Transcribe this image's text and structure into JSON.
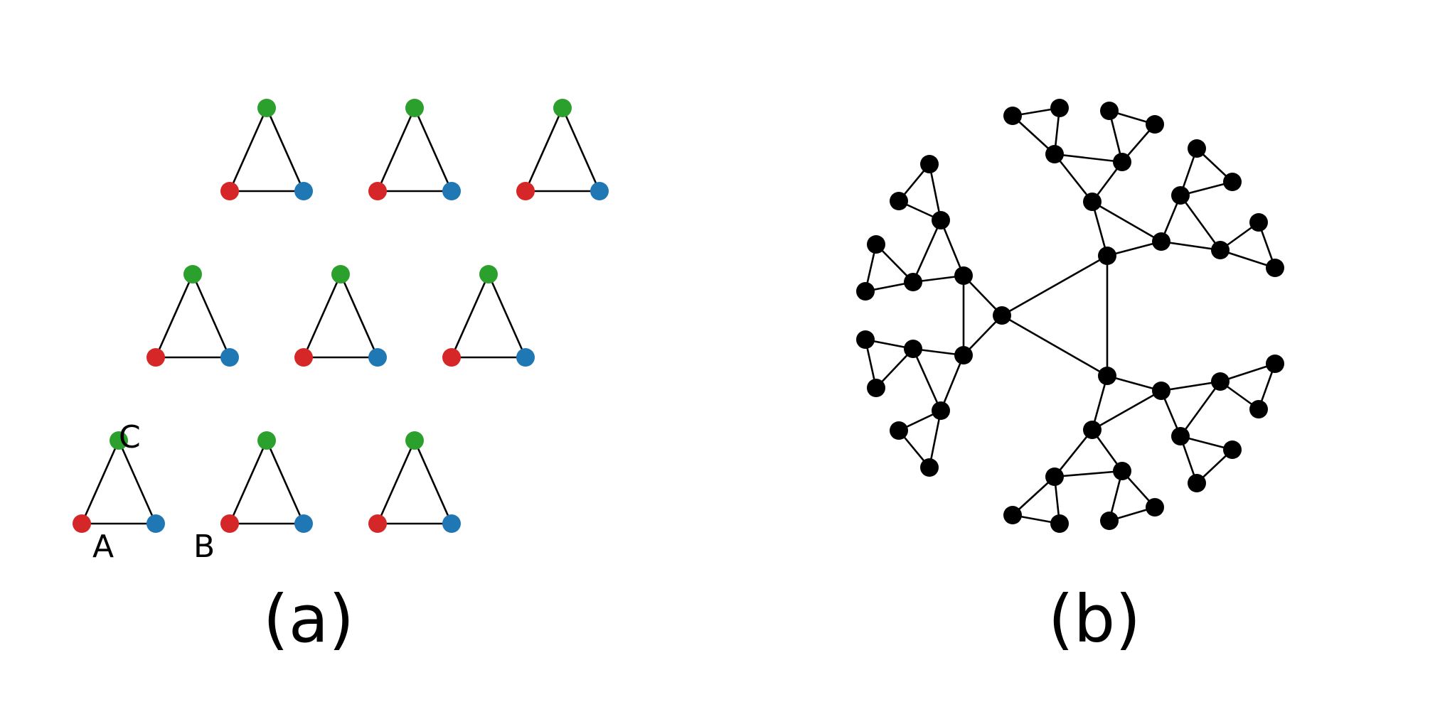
{
  "colors": {
    "A": "#d62728",
    "B": "#1f77b4",
    "C": "#2ca02c",
    "node_b": "#000000",
    "edge": "#000000"
  },
  "panel_a": {
    "label": "(a)",
    "site_labels": {
      "A": "A",
      "B": "B",
      "C": "C"
    }
  },
  "panel_b": {
    "label": "(b)"
  }
}
